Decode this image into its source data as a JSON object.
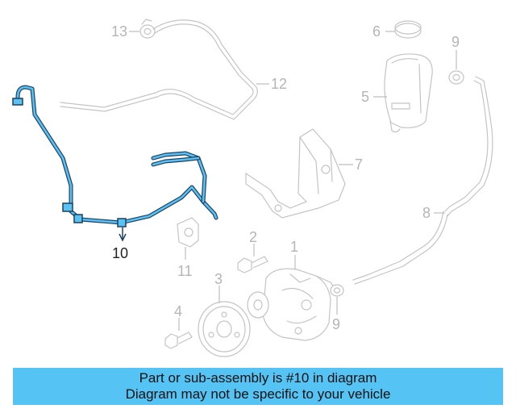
{
  "callouts": {
    "c1": "1",
    "c2": "2",
    "c3": "3",
    "c4": "4",
    "c5": "5",
    "c6": "6",
    "c7": "7",
    "c8": "8",
    "c9a": "9",
    "c9b": "9",
    "c10": "10",
    "c11": "11",
    "c12": "12",
    "c13": "13"
  },
  "highlighted_part": "10",
  "colors": {
    "highlight": "#58c3f1",
    "banner": "#55c3f4",
    "line_art": "#c4c4c4"
  },
  "banner": {
    "line1": "Part or sub-assembly is #10 in diagram",
    "line2": "Diagram may not be specific to your vehicle"
  }
}
